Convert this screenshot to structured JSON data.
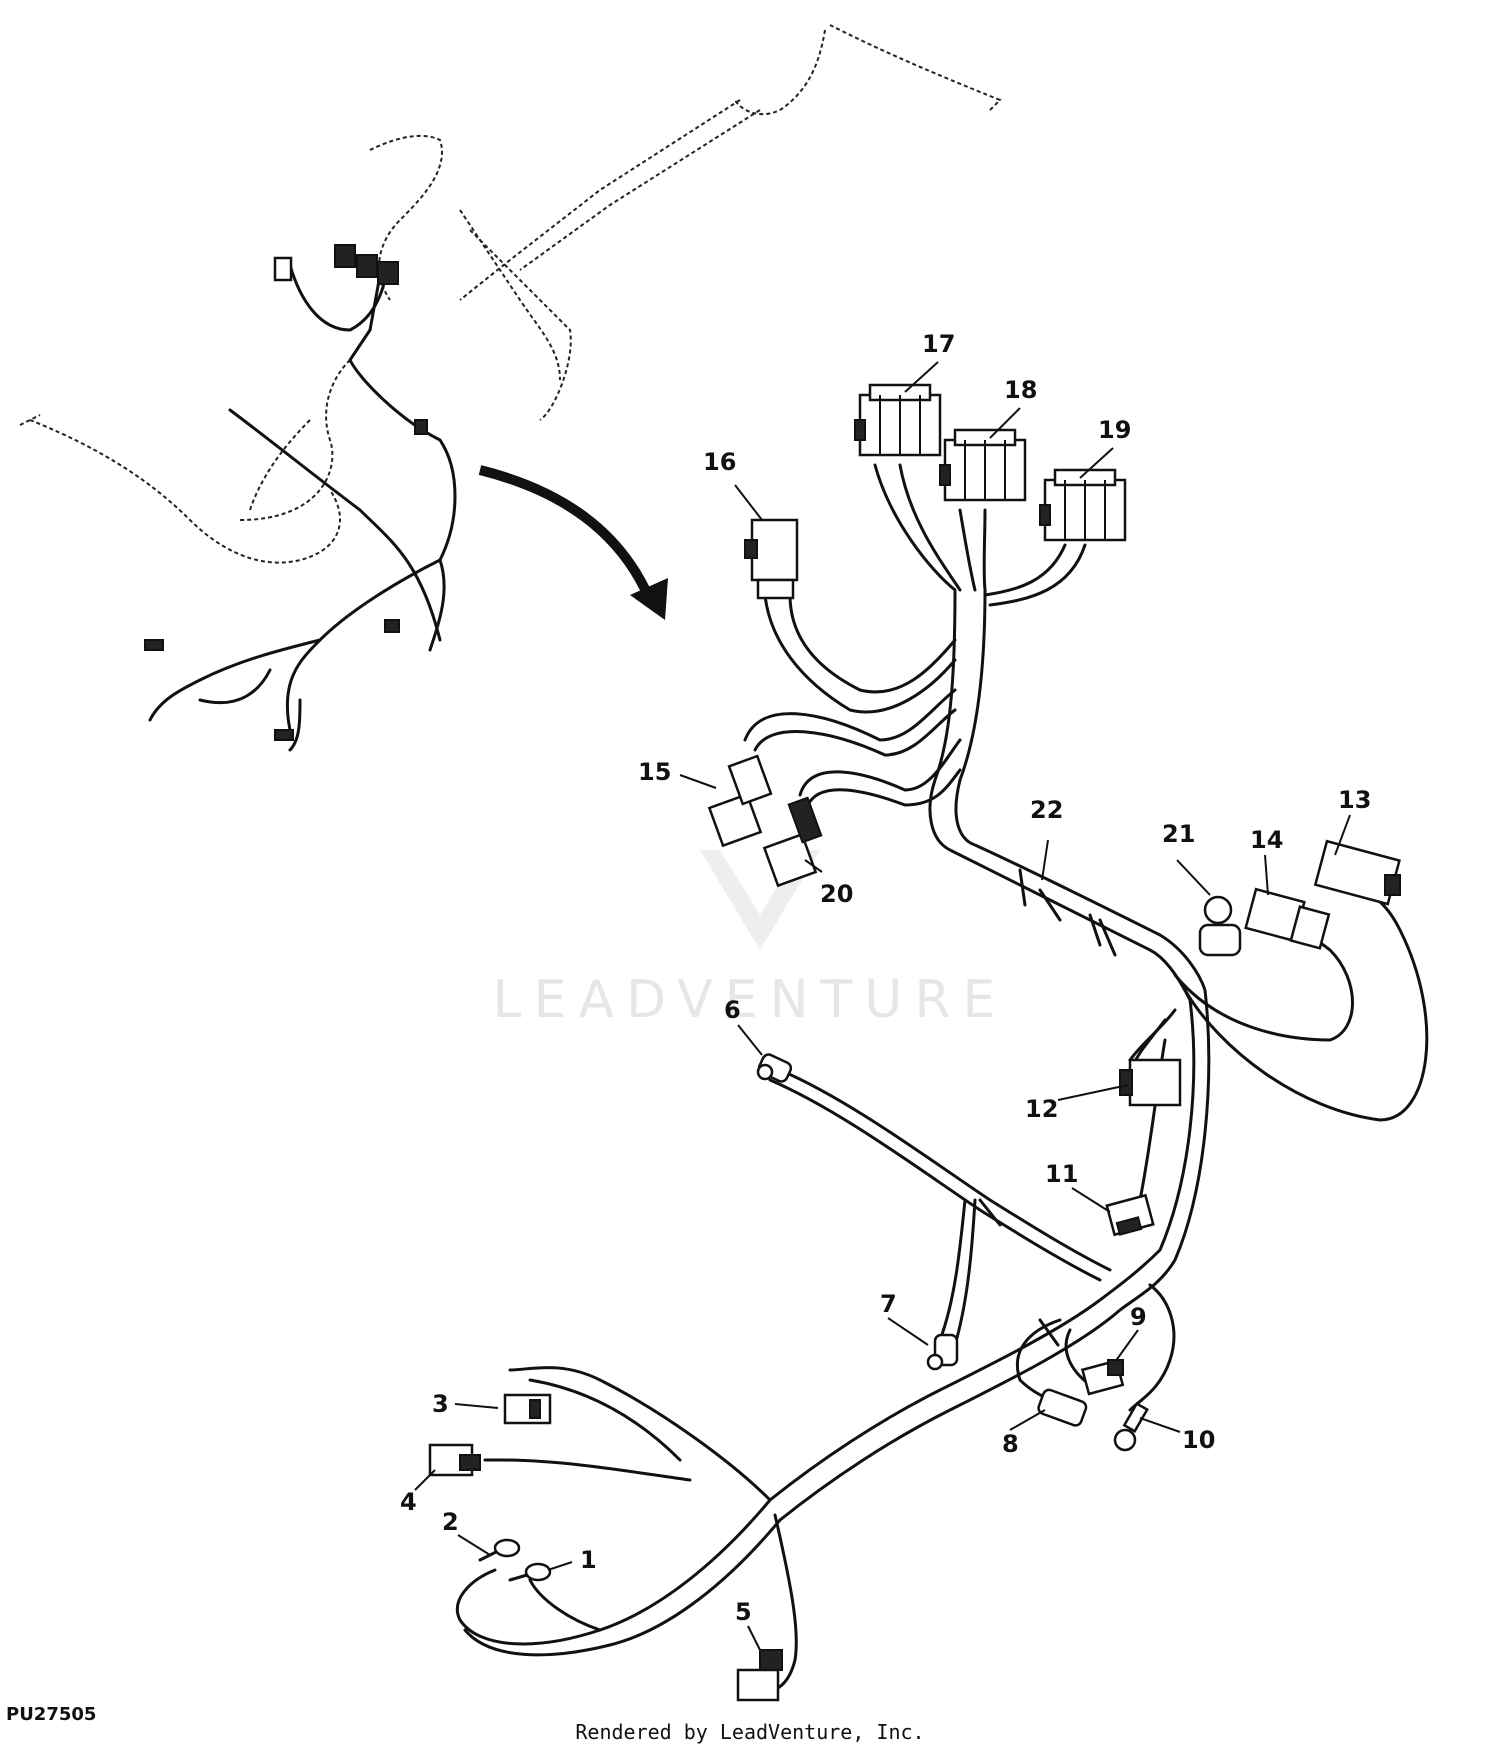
{
  "figure_id": "PU27505",
  "footer": "Rendered by LeadVenture, Inc.",
  "watermark": "LEADVENTURE",
  "callouts": [
    "1",
    "2",
    "3",
    "4",
    "5",
    "6",
    "7",
    "8",
    "9",
    "10",
    "11",
    "12",
    "13",
    "14",
    "15",
    "16",
    "17",
    "18",
    "19",
    "20",
    "21",
    "22"
  ]
}
